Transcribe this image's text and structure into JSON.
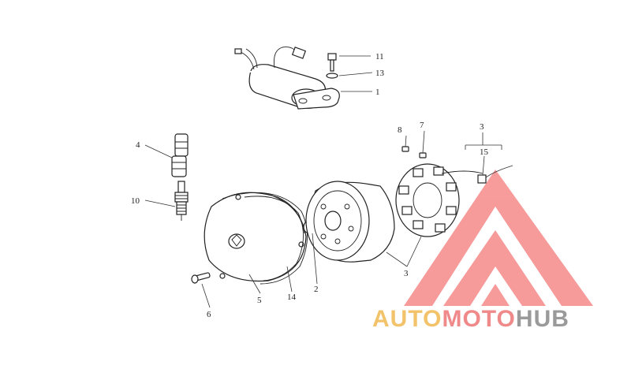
{
  "labels": {
    "ignition_coil": "1",
    "rotor_shaft": "2",
    "group_bottom": "3",
    "group_top": "3",
    "hv_cable": "4",
    "cover": "5",
    "cover_screw": "6",
    "stator_screw_7": "7",
    "stator_screw_8": "8",
    "spark_plug": "10",
    "coil_bolt": "11",
    "coil_washer": "13",
    "cover_gasket": "14",
    "stator_wire": "15"
  },
  "watermark": {
    "part1": "AUTO",
    "part2": "MOTO",
    "part3": "HUB",
    "colors": {
      "part1": "#f2c36b",
      "part2": "#f08a8a",
      "part3": "#9a9a9a",
      "triangle": "#f04848"
    }
  }
}
